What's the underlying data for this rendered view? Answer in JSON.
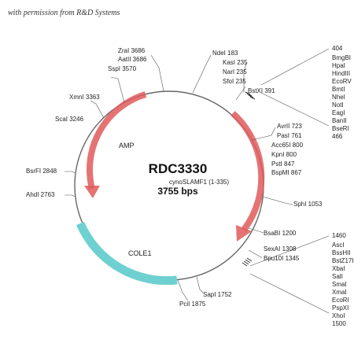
{
  "permission_text": "with permission from R&D Systems",
  "plasmid": {
    "name": "RDC3330",
    "insert": "cynoSLAMF1 (1-335)",
    "size": "3755 bps"
  },
  "features": {
    "amp": "AMP",
    "cole1": "COLE1"
  },
  "colors": {
    "arrow": "#e05a5a",
    "cole1": "#6ed0d0",
    "circle": "#666666",
    "leader": "#555555"
  },
  "sites": {
    "ndei": "NdeI 183",
    "kasi": "KasI 235",
    "nari": "NarI 235",
    "sfoi": "SfoI 235",
    "bstxi": "BstXI 391",
    "zrai": "ZraI 3686",
    "aatii": "AatII 3686",
    "sspi": "SspI 3570",
    "xmni": "XmnI 3363",
    "scai": "ScaI 3246",
    "bsrfi": "BsrFI 2848",
    "ahdi": "AhdI 2763",
    "avrii": "AvrII 723",
    "pasi": "PasI 761",
    "acc65i": "Acc65I 800",
    "kpni": "KpnI 800",
    "psti": "PstI 847",
    "bspmi": "BspMI 867",
    "sphi": "SphI 1053",
    "bsabi": "BsaBI 1200",
    "sexai": "SexAI 1308",
    "bpu10i": "Bpu10I 1345",
    "sapi": "SapI 1752",
    "pcii": "PciI 1875"
  },
  "stack_top": {
    "start": "404",
    "enzymes": [
      "BmgBI",
      "HpaI",
      "HindIII",
      "EcoRV",
      "BmtI",
      "NheI",
      "NotI",
      "EagI",
      "BanII",
      "BseRI"
    ],
    "end": "466"
  },
  "stack_bottom": {
    "start": "1460",
    "enzymes": [
      "AscI",
      "BssHII",
      "BstZ17I",
      "XbaI",
      "SalI",
      "SmaI",
      "XmaI",
      "EcoRI",
      "PspXI",
      "XhoI"
    ],
    "end": "1500"
  }
}
